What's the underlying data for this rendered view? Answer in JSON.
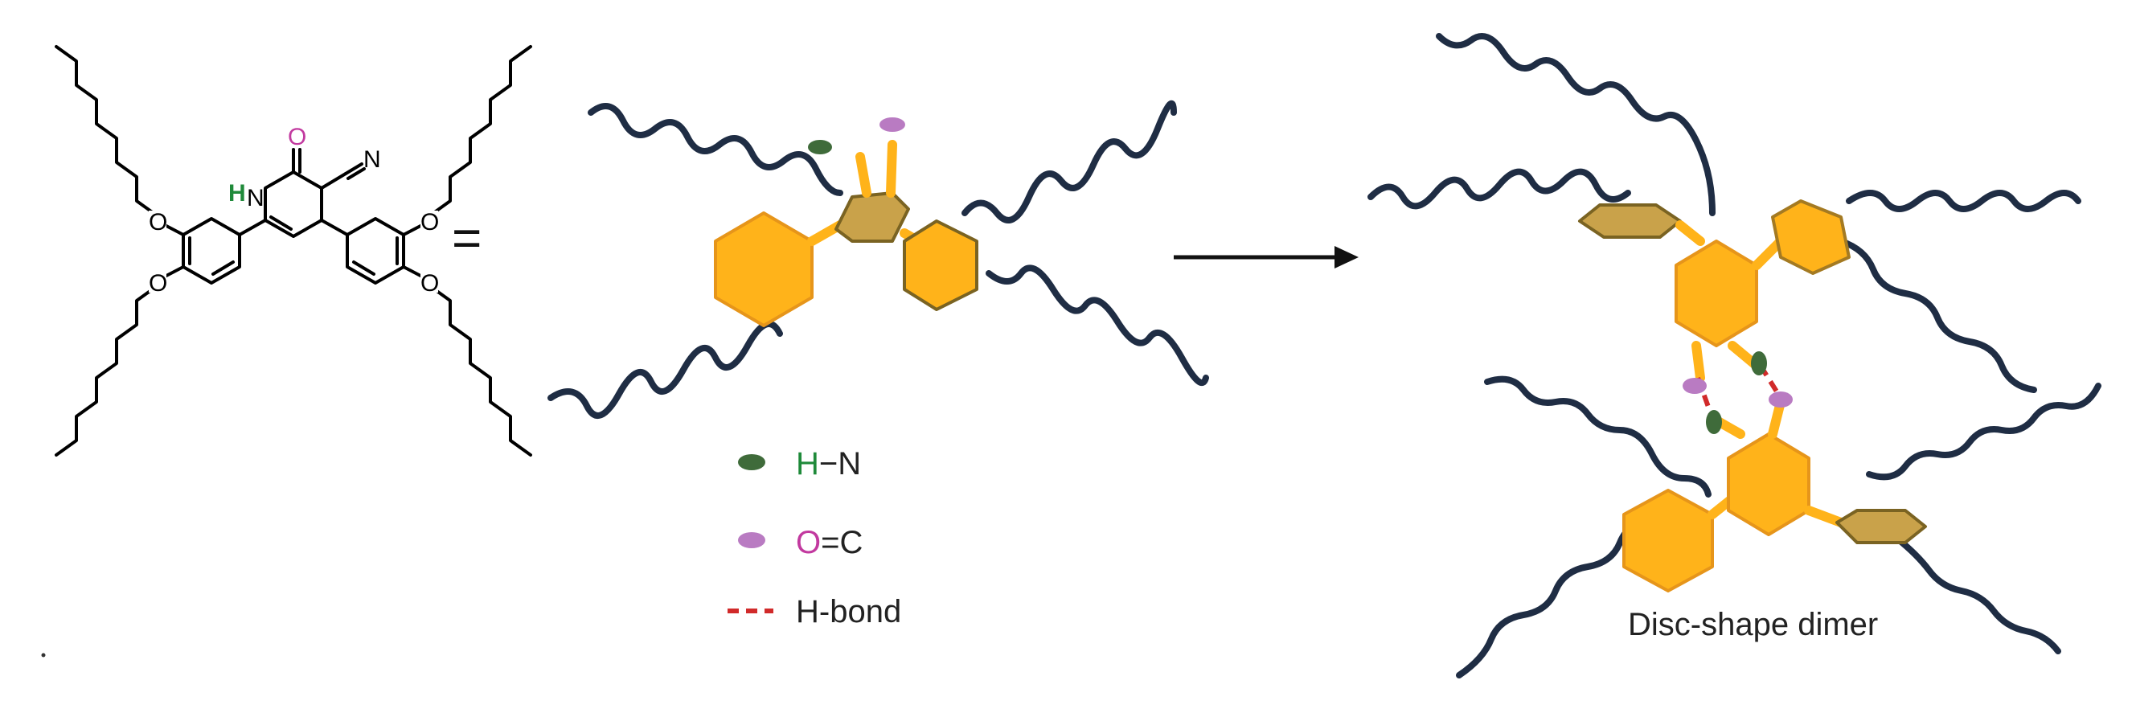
{
  "structure": {
    "atoms": {
      "H": "H",
      "N_amide": "N",
      "O_carbonyl": "O",
      "N_nitrile": "N",
      "O_ether_1": "O",
      "O_ether_2": "O",
      "O_ether_3": "O",
      "O_ether_4": "O"
    },
    "equals": "="
  },
  "legend": {
    "hn_h": "H",
    "hn_dash": "−",
    "hn_n": "N",
    "oc_o": "O",
    "oc_dash": "=",
    "oc_c": "C",
    "hbond_label": "H-bond"
  },
  "dimer_caption": "Disc-shape dimer",
  "colors": {
    "chain": "#1f2d44",
    "ring": "#ffb31a",
    "ring_edge": "#c9a24a",
    "nh_marker": "#3f6b3a",
    "oc_marker": "#b97bc2",
    "hbond": "#d12a2a",
    "h_atom": "#1f8a3a",
    "o_atom": "#c2399f"
  }
}
